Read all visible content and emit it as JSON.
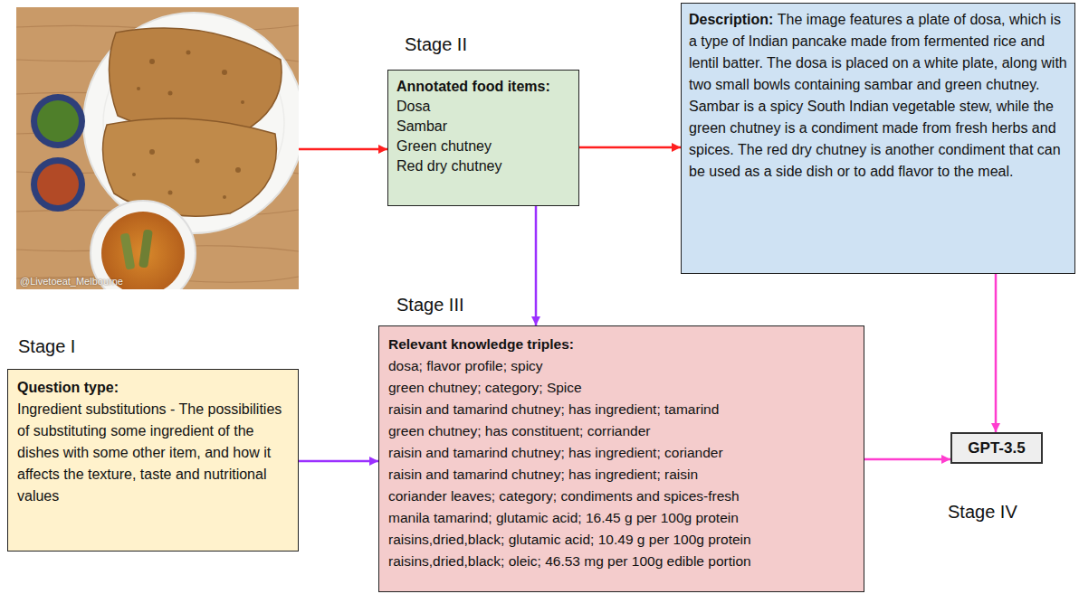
{
  "diagram": {
    "nodes": [
      {
        "text": [
          "@Livetoeat_Melbourne"
        ]
      },
      {
        "text": [
          "Annotated food items:",
          "Dosa",
          "Sambar",
          "Green chutney",
          "Red dry chutney"
        ]
      },
      {
        "text": [
          "Description:",
          "The image features a plate of dosa, which is a type of Indian pancake made from fermented rice and lentil batter. The dosa is placed on a white plate, along with two small bowls containing sambar and green chutney. Sambar is a spicy South Indian vegetable stew, while the green chutney is a condiment made from fresh herbs and spices. The red dry chutney is another condiment that can be used as a side dish or to add flavor to the meal."
        ]
      },
      {
        "text": [
          "Relevant knowledge triples:",
          "dosa; flavor profile; spicy",
          "green chutney; category; Spice",
          "raisin and tamarind chutney; has ingredient; tamarind",
          "green chutney; has constituent; corriander",
          "raisin and tamarind chutney; has ingredient; coriander",
          "raisin and tamarind chutney; has ingredient; raisin",
          "coriander leaves; category; condiments and spices-fresh",
          "manila tamarind; glutamic acid; 16.45 g per 100g protein",
          "raisins,dried,black; glutamic acid; 10.49 g per 100g protein",
          "raisins,dried,black; oleic; 46.53 mg per 100g edible portion"
        ]
      },
      {
        "text": [
          "Question type:",
          "Ingredient substitutions - The possibilities of substituting some ingredient of the dishes with some other item, and how it affects the texture, taste and nutritional values"
        ]
      },
      {
        "text": [
          "GPT-3.5"
        ]
      }
    ],
    "edges": [
      {
        "from": 0,
        "to": 1,
        "arrow": "to"
      },
      {
        "from": 1,
        "to": 2,
        "arrow": "to"
      },
      {
        "from": 1,
        "to": 3,
        "arrow": "to"
      },
      {
        "from": 4,
        "to": 3,
        "arrow": "to"
      },
      {
        "from": 3,
        "to": 5,
        "arrow": "to"
      },
      {
        "from": 2,
        "to": 5,
        "arrow": "to"
      }
    ],
    "labels": [
      "Stage II",
      "Stage III",
      "Stage I",
      "Stage IV"
    ]
  }
}
